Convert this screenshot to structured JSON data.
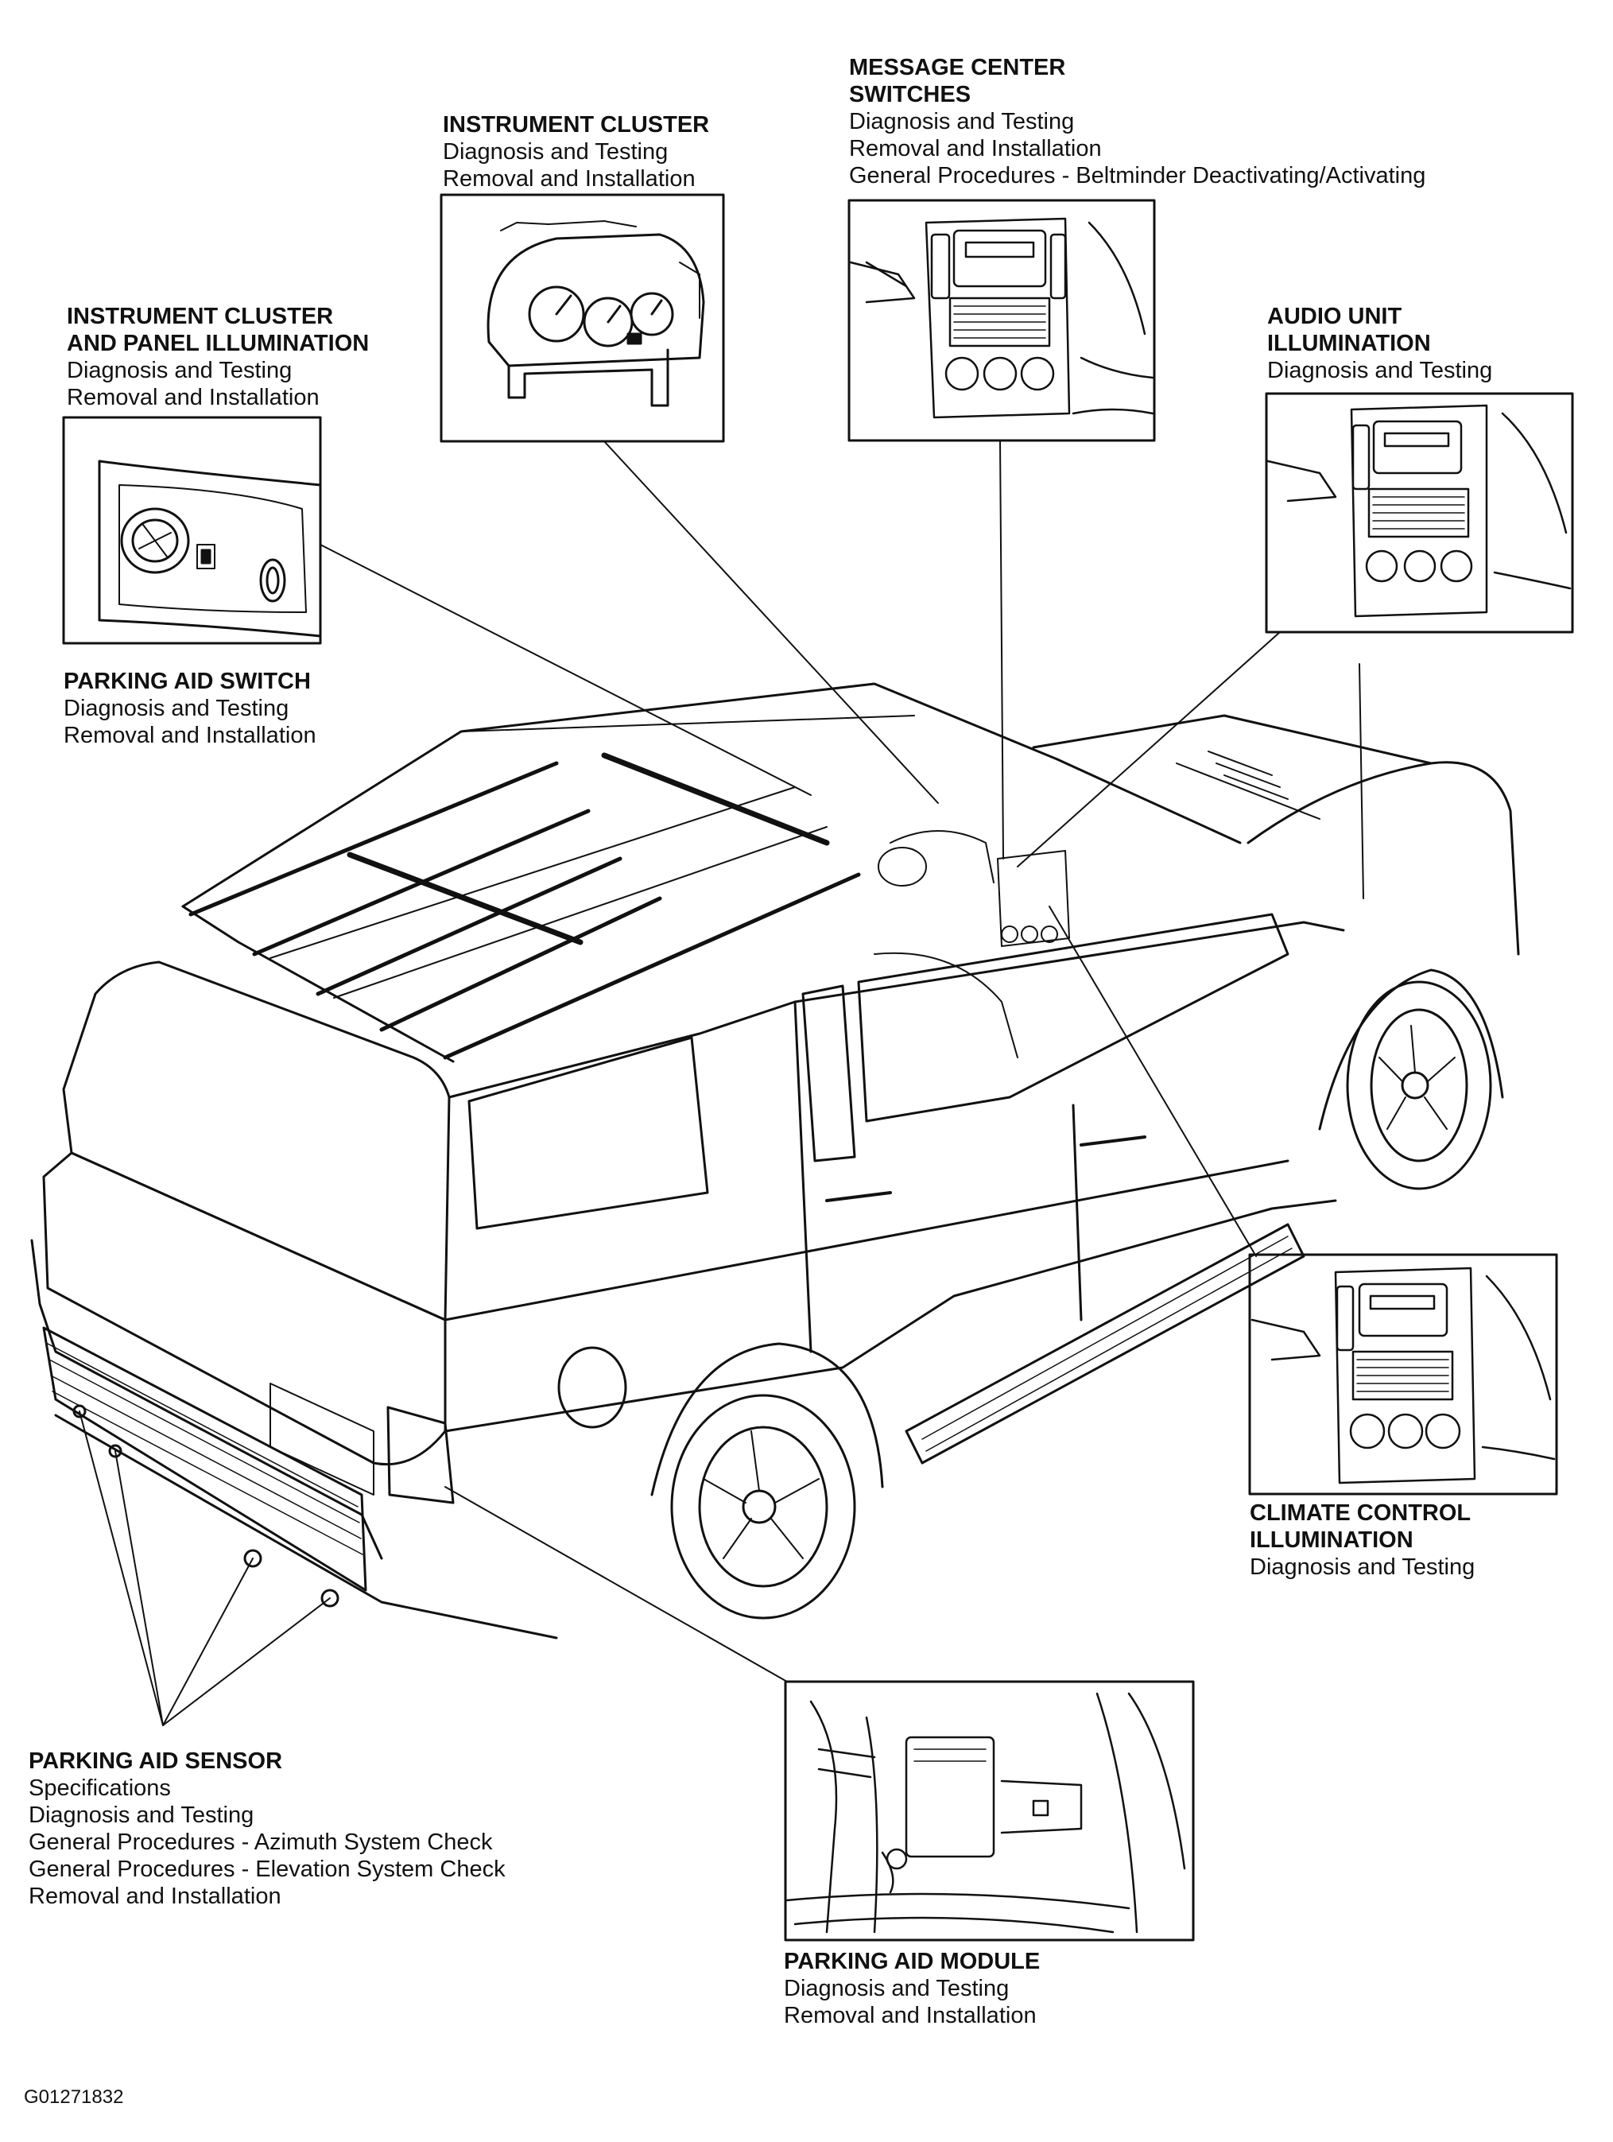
{
  "callouts": {
    "instrument_cluster": {
      "title": [
        "INSTRUMENT CLUSTER"
      ],
      "links": [
        "Diagnosis and Testing",
        "Removal and Installation"
      ]
    },
    "message_center": {
      "title": [
        "MESSAGE CENTER",
        "SWITCHES"
      ],
      "links": [
        "Diagnosis and Testing",
        "Removal and Installation",
        "General Procedures - Beltminder Deactivating/Activating"
      ]
    },
    "panel_illumination": {
      "title": [
        "INSTRUMENT CLUSTER",
        "AND PANEL ILLUMINATION"
      ],
      "links": [
        "Diagnosis and Testing",
        "Removal and Installation"
      ]
    },
    "audio_unit": {
      "title": [
        "AUDIO UNIT",
        "ILLUMINATION"
      ],
      "links": [
        "Diagnosis and Testing"
      ]
    },
    "parking_aid_switch": {
      "title": [
        "PARKING AID SWITCH"
      ],
      "links": [
        "Diagnosis and Testing",
        "Removal and Installation"
      ]
    },
    "climate_control": {
      "title": [
        "CLIMATE CONTROL",
        "ILLUMINATION"
      ],
      "links": [
        "Diagnosis and Testing"
      ]
    },
    "parking_aid_sensor": {
      "title": [
        "PARKING AID SENSOR"
      ],
      "links": [
        "Specifications",
        "Diagnosis and Testing",
        "General Procedures - Azimuth System Check",
        "General Procedures - Elevation System Check",
        "Removal and Installation"
      ]
    },
    "parking_aid_module": {
      "title": [
        "PARKING AID MODULE"
      ],
      "links": [
        "Diagnosis and Testing",
        "Removal and Installation"
      ]
    }
  },
  "figure_id": "G01271832"
}
